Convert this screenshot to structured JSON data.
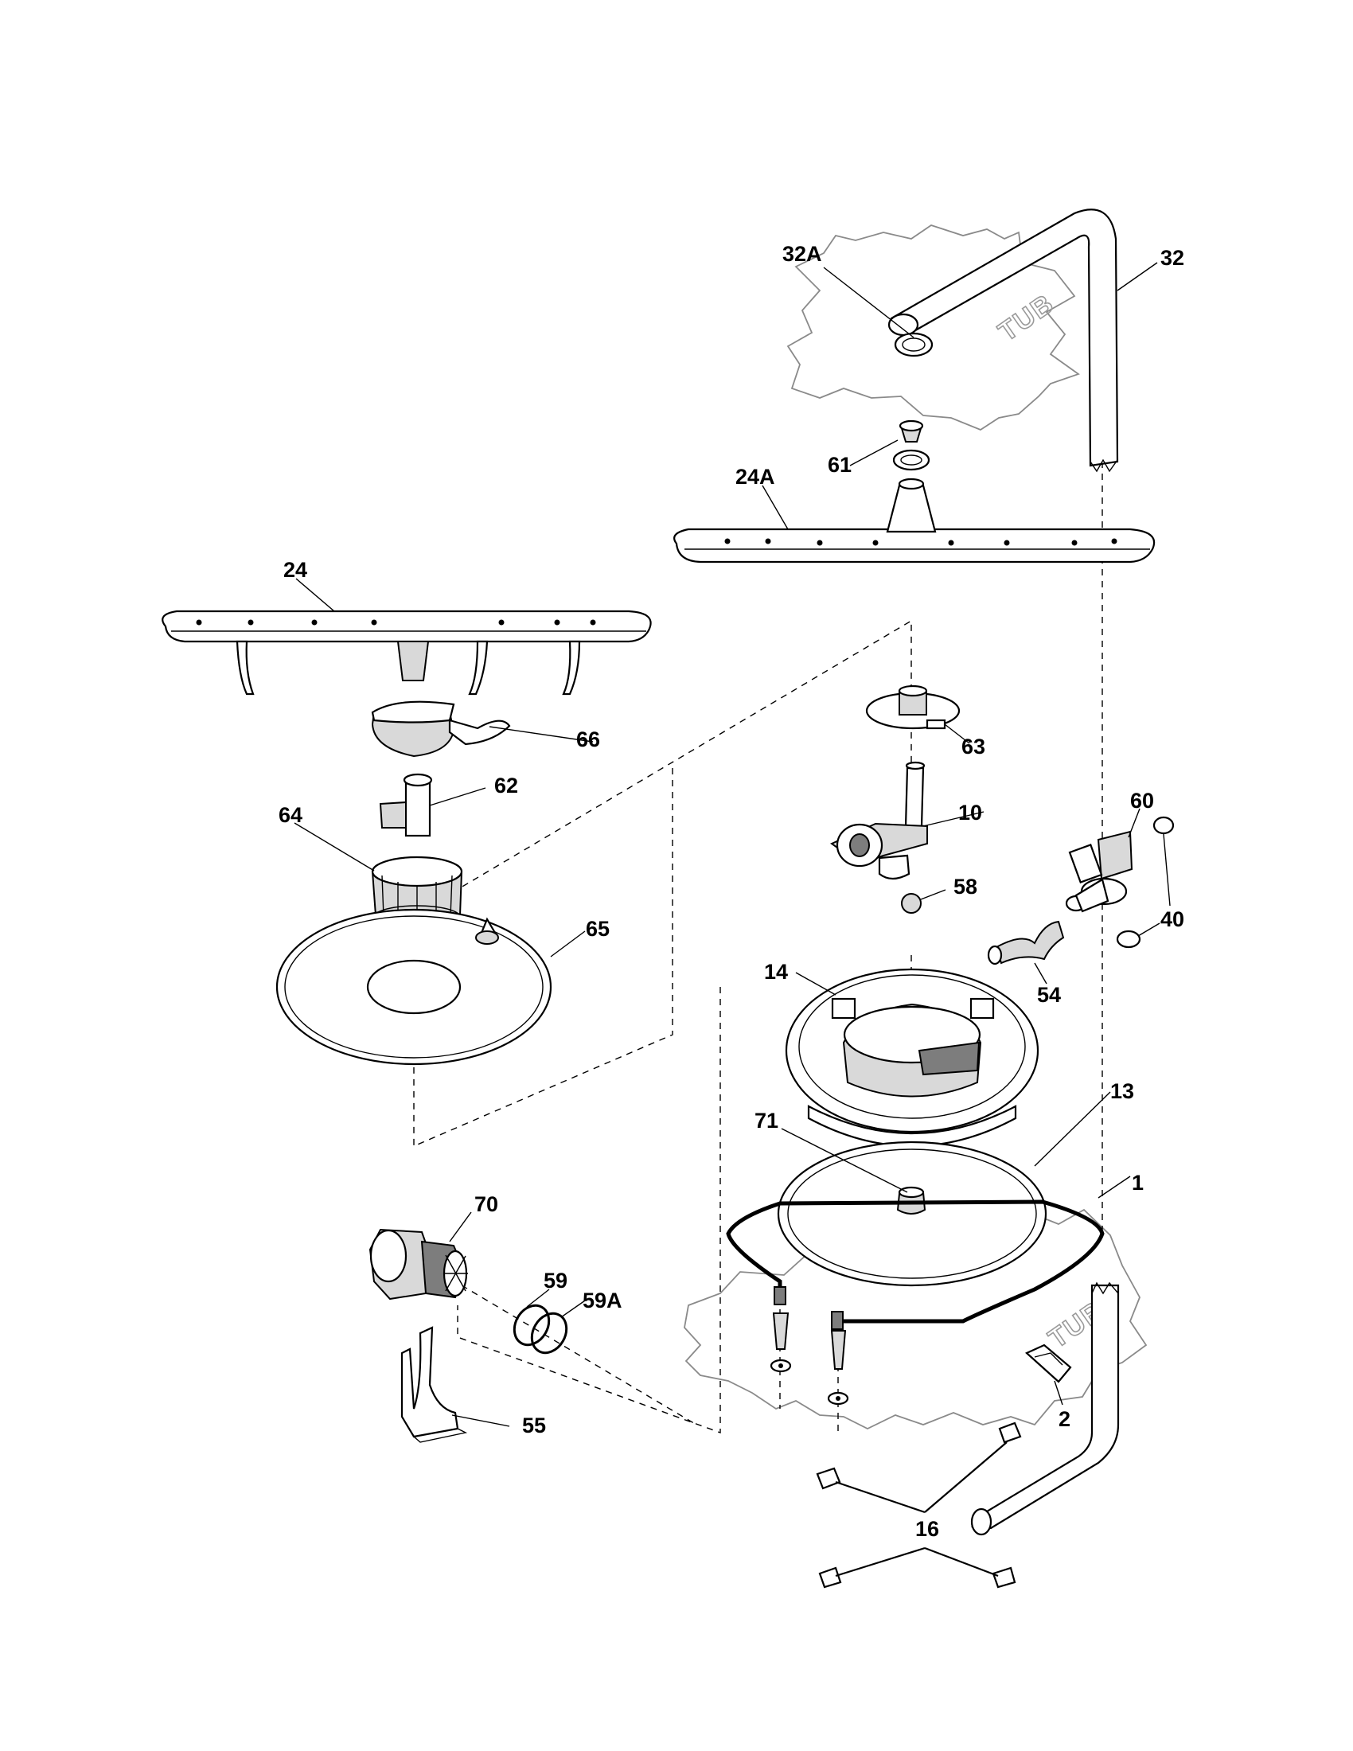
{
  "diagram": {
    "callouts": [
      "32A",
      "32",
      "61",
      "24A",
      "24",
      "66",
      "63",
      "62",
      "10",
      "60",
      "64",
      "65",
      "58",
      "40",
      "54",
      "14",
      "13",
      "71",
      "1",
      "70",
      "59",
      "59A",
      "2",
      "55",
      "16"
    ],
    "watermarks": [
      "TUB",
      "TUB"
    ]
  }
}
